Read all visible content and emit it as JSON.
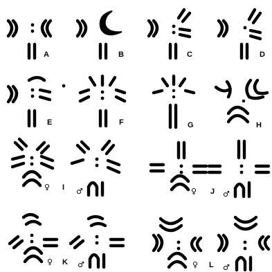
{
  "figure": {
    "panels": [
      {
        "id": "A",
        "label": "A"
      },
      {
        "id": "B",
        "label": "B"
      },
      {
        "id": "C",
        "label": "C"
      },
      {
        "id": "D",
        "label": "D"
      },
      {
        "id": "E",
        "label": "E"
      },
      {
        "id": "F",
        "label": "F"
      },
      {
        "id": "G",
        "label": "G"
      },
      {
        "id": "H",
        "label": "H"
      },
      {
        "id": "I",
        "label": "I",
        "female_symbol": "♀",
        "male_symbol": "♂"
      },
      {
        "id": "J",
        "label": "J",
        "female_symbol": "♀",
        "male_symbol": "♂"
      },
      {
        "id": "K",
        "label": "K",
        "female_symbol": "♀",
        "male_symbol": "♂"
      },
      {
        "id": "L",
        "label": "L",
        "female_symbol": "♀",
        "male_symbol": "♂"
      }
    ]
  }
}
